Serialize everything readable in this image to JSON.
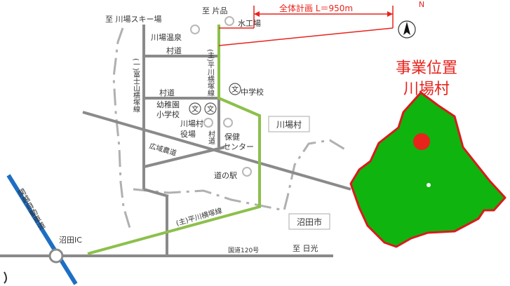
{
  "colors": {
    "main_road": "#8a8a8a",
    "route_green": "#8cc04b",
    "expressway_blue": "#1e6fc4",
    "dim_red": "#e8231c",
    "village_fill": "#0fb40f",
    "village_outline": "#d91b1b",
    "boundary_dash": "#b0b0b0"
  },
  "labels": {
    "to_skijo": "至 川場スキー場",
    "to_kataoshina": "至 片品",
    "onsen": "川場温泉",
    "suikojo": "水工場",
    "sontdo_1": "村道",
    "sontdo_2": "村道",
    "fuji_road": "(一)富士山横塚線",
    "hirakawa_vertical": "(主)平川横塚線",
    "middle_school": "中学校",
    "kindergarten_1": "幼稚園",
    "kindergarten_2": "小学校",
    "village_office_1": "川場村",
    "village_office_2": "役場",
    "sontdo_vertical": "村道",
    "health_1": "保健",
    "health_2": "センター",
    "farm_road": "広域農道",
    "michinoeki": "道の駅",
    "kawaba_box": "川場村",
    "numata_box": "沼田市",
    "hirakawa_diag": "(主)平川横塚線",
    "kanetsu": "関越自動車道",
    "numata_ic": "沼田IC",
    "route120": "国道120号",
    "to_nikko": "至 日光",
    "school_mark": "文"
  },
  "dimension": {
    "text": "全体計画 L＝950m"
  },
  "inset": {
    "title_1": "事業位置",
    "title_2": "川場村"
  },
  "north": {
    "symbol": "N"
  }
}
